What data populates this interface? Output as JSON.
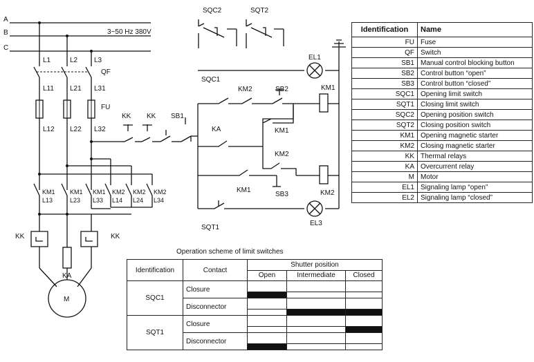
{
  "schematic": {
    "buses": [
      "A",
      "B",
      "C"
    ],
    "supply": "3~50 Hz 380V",
    "lines": [
      "L1",
      "L2",
      "L3"
    ],
    "qf": "QF",
    "fuse_lines": [
      "L11",
      "L21",
      "L31"
    ],
    "fu": "FU",
    "after_fuse": [
      "L12",
      "L22",
      "L32"
    ],
    "km1_contacts": [
      "KM1",
      "KM1",
      "KM1"
    ],
    "km1_lines": [
      "L13",
      "L23",
      "L33"
    ],
    "km2_contacts": [
      "KM2",
      "KM2",
      "KM2"
    ],
    "km2_lines": [
      "L14",
      "L24",
      "L34"
    ],
    "kk_left": "KK",
    "kk_right": "KK",
    "ka": "KA",
    "motor": "M",
    "kk1": "KK",
    "kk2": "KK",
    "sb1": "SB1",
    "sqc2": "SQC2",
    "sqt2": "SQT2",
    "el1": "EL1",
    "sqc1": "SQC1",
    "km2_top": "KM2",
    "sb2": "SB2",
    "km1_coil": "KM1",
    "ka_ctrl": "KA",
    "km1_hold": "KM1",
    "km2_hold": "KM2",
    "km1_inter": "KM1",
    "sb3": "SB3",
    "km2_coil": "KM2",
    "el3": "EL3",
    "sqt1": "SQT1"
  },
  "legend": {
    "headers": [
      "Identification",
      "Name"
    ],
    "rows": [
      [
        "FU",
        "Fuse"
      ],
      [
        "QF",
        "Switch"
      ],
      [
        "SB1",
        "Manual control blocking button"
      ],
      [
        "SB2",
        "Control button “open”"
      ],
      [
        "SB3",
        "Control button “closed”"
      ],
      [
        "SQC1",
        "Opening limit switch"
      ],
      [
        "SQT1",
        "Closing limit switch"
      ],
      [
        "SQC2",
        "Opening position switch"
      ],
      [
        "SQT2",
        "Closing position switch"
      ],
      [
        "KM1",
        "Opening magnetic starter"
      ],
      [
        "KM2",
        "Closing magnetic starter"
      ],
      [
        "KK",
        "Thermal relays"
      ],
      [
        "KA",
        "Overcurrent relay"
      ],
      [
        "M",
        "Motor"
      ],
      [
        "EL1",
        "Signaling lamp “open”"
      ],
      [
        "EL2",
        "Signaling lamp “closed”"
      ]
    ]
  },
  "operation": {
    "title": "Operation scheme of limit switches",
    "headers": {
      "identification": "Identification",
      "contact": "Contact",
      "shutter": "Shutter position",
      "positions": [
        "Open",
        "Intermediate",
        "Closed"
      ]
    },
    "rows": [
      {
        "id": "SQC1",
        "contacts": [
          {
            "name": "Closure",
            "active": [
              true,
              false,
              false
            ]
          },
          {
            "name": "Disconnector",
            "active": [
              false,
              true,
              true
            ]
          }
        ]
      },
      {
        "id": "SQT1",
        "contacts": [
          {
            "name": "Closure",
            "active": [
              false,
              false,
              true
            ]
          },
          {
            "name": "Disconnector",
            "active": [
              true,
              false,
              false
            ]
          }
        ]
      }
    ],
    "fill_color": "#111111"
  }
}
